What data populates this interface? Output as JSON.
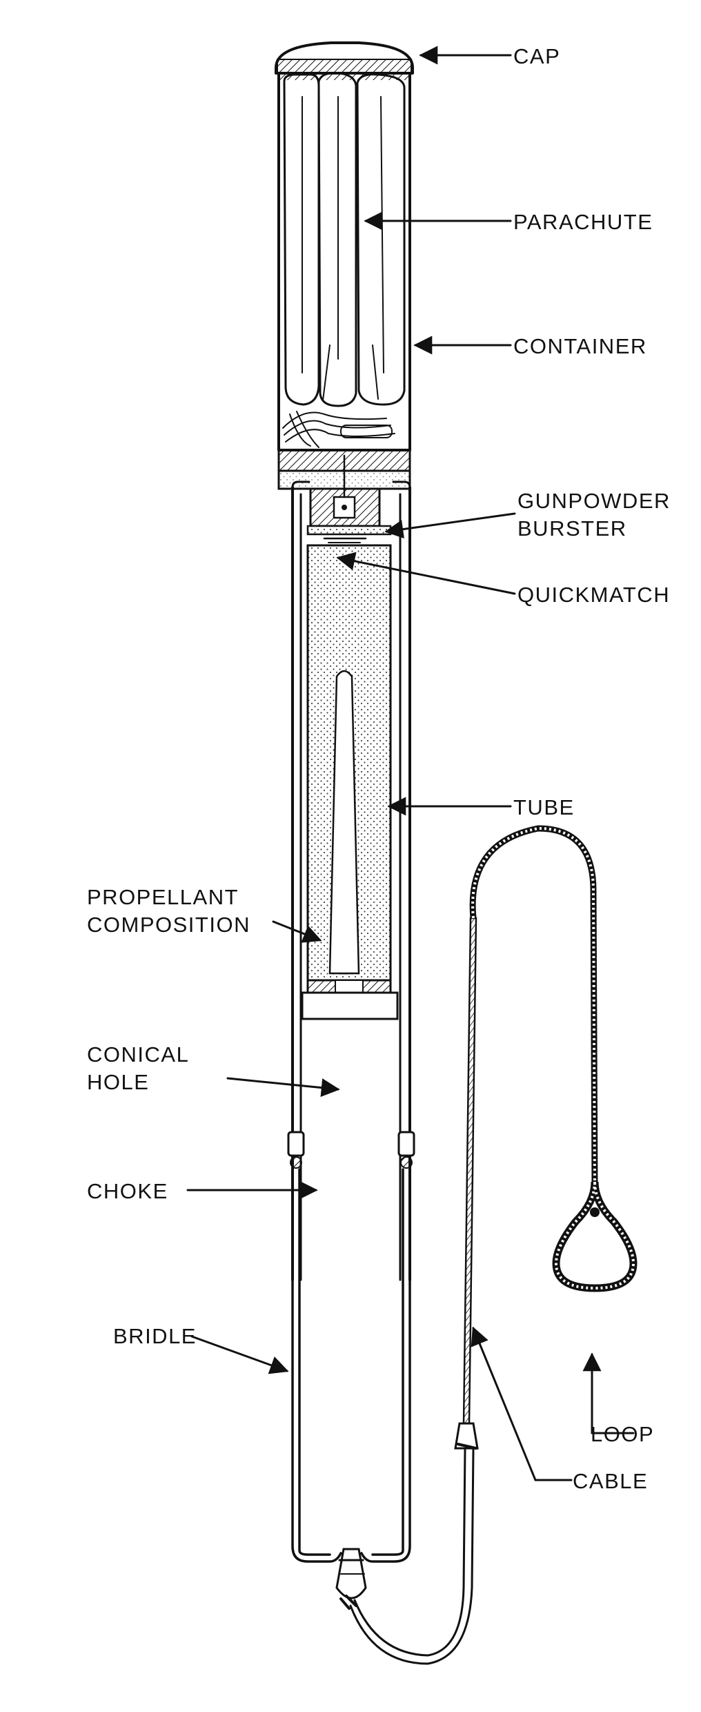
{
  "labels": {
    "cap": "CAP",
    "parachute": "PARACHUTE",
    "container": "CONTAINER",
    "gunpowder_burster": [
      "GUNPOWDER",
      "BURSTER"
    ],
    "quickmatch": "QUICKMATCH",
    "tube": "TUBE",
    "propellant_composition": [
      "PROPELLANT",
      "COMPOSITION"
    ],
    "conical_hole": [
      "CONICAL",
      "HOLE"
    ],
    "choke": "CHOKE",
    "bridle": "BRIDLE",
    "loop": "LOOP",
    "cable": "CABLE"
  },
  "colors": {
    "ink": "#111111",
    "paper": "#ffffff",
    "stipple": "#444444"
  }
}
